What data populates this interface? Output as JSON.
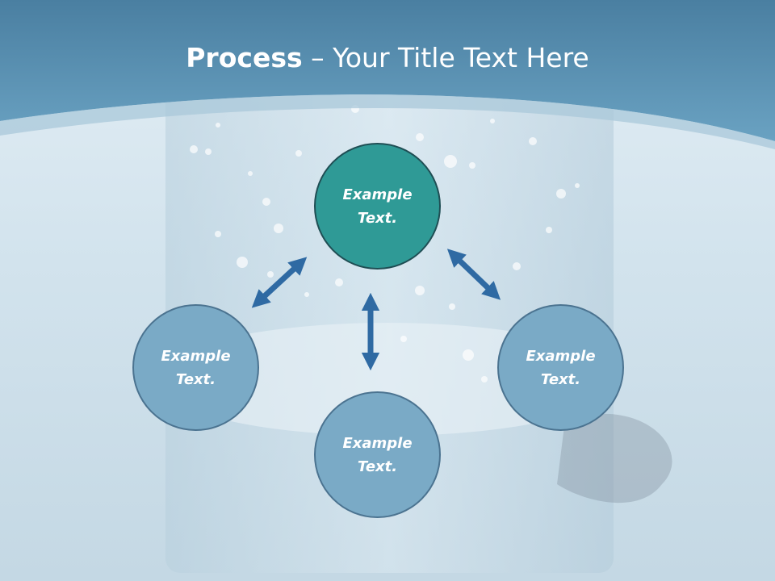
{
  "slide": {
    "title_bold": "Process",
    "title_rest": " – Your Title Text Here"
  },
  "nodes": {
    "top": {
      "line1": "Example",
      "line2": "Text."
    },
    "left": {
      "line1": "Example",
      "line2": "Text."
    },
    "right": {
      "line1": "Example",
      "line2": "Text."
    },
    "bottom": {
      "line1": "Example",
      "line2": "Text."
    }
  },
  "colors": {
    "header_band": "#5b93b5",
    "main_node": "#2f9a96",
    "sub_node": "#7aaac6",
    "arrow": "#2f6aa3"
  }
}
